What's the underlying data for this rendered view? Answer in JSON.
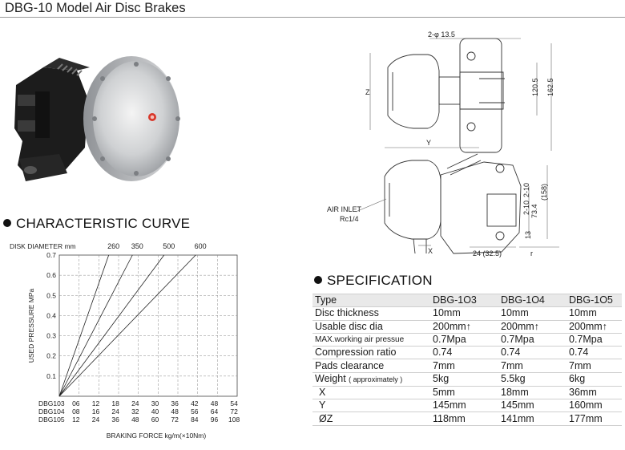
{
  "page": {
    "title": "DBG-10 Model Air Disc Brakes"
  },
  "drawing": {
    "hole_callout": "2-φ 13.5",
    "dim_120_5": "120.5",
    "dim_162_5": "162.5",
    "dim_Z": "Z",
    "dim_Y": "Y",
    "dim_X": "X",
    "dim_r": "r",
    "dim_158": "(158)",
    "dim_73_4": "73.4",
    "dim_2_10": "2-10",
    "dim_2_10b": "2-10",
    "dim_13": "13",
    "dim_24": "24 (32.5)",
    "air_inlet": "AIR INLET",
    "air_inlet_thread": "Rc1/4"
  },
  "curve_section": {
    "heading": "CHARACTERISTIC CURVE"
  },
  "chart_data": {
    "type": "line",
    "xlabel": "BRAKING FORCE kg/m(×10Nm)",
    "ylabel": "USED PRESSURE MPa",
    "top_axis_label": "DISK DIAMETER mm",
    "ylim": [
      0,
      0.7
    ],
    "y_ticks": [
      "0.1",
      "0.2",
      "0.3",
      "0.4",
      "0.5",
      "0.6",
      "0.7"
    ],
    "x_rows": [
      {
        "name": "DBG103",
        "ticks": [
          "06",
          "12",
          "18",
          "24",
          "30",
          "36",
          "42",
          "48",
          "54"
        ]
      },
      {
        "name": "DBG104",
        "ticks": [
          "08",
          "16",
          "24",
          "32",
          "40",
          "48",
          "56",
          "64",
          "72"
        ]
      },
      {
        "name": "DBG105",
        "ticks": [
          "12",
          "24",
          "36",
          "48",
          "60",
          "72",
          "84",
          "96",
          "108"
        ]
      }
    ],
    "series": [
      {
        "name": "260",
        "x": [
          0,
          2.5
        ],
        "y": [
          0,
          0.7
        ]
      },
      {
        "name": "350",
        "x": [
          0,
          3.7
        ],
        "y": [
          0,
          0.7
        ]
      },
      {
        "name": "500",
        "x": [
          0,
          5.3
        ],
        "y": [
          0,
          0.7
        ]
      },
      {
        "name": "600",
        "x": [
          0,
          6.9
        ],
        "y": [
          0,
          0.7
        ]
      }
    ],
    "grid": true
  },
  "spec_section": {
    "heading": "SPECIFICATION",
    "header": {
      "label": "Type",
      "cols": [
        "DBG-1O3",
        "DBG-1O4",
        "DBG-1O5"
      ]
    },
    "rows": [
      {
        "label": "Disc thickness",
        "cols": [
          "10mm",
          "10mm",
          "10mm"
        ]
      },
      {
        "label": "Usable disc dia",
        "cols": [
          "200mm↑",
          "200mm↑",
          "200mm↑"
        ]
      },
      {
        "label": "MAX.working air pressue",
        "cols": [
          "0.7Mpa",
          "0.7Mpa",
          "0.7Mpa"
        ]
      },
      {
        "label": "Compression ratio",
        "cols": [
          "0.74",
          "0.74",
          "0.74"
        ]
      },
      {
        "label": "Pads clearance",
        "cols": [
          "7mm",
          "7mm",
          "7mm"
        ]
      },
      {
        "label": "Weight",
        "note": "( approximately )",
        "cols": [
          "5kg",
          "5.5kg",
          "6kg"
        ]
      },
      {
        "label": "X",
        "cols": [
          "5mm",
          "18mm",
          "36mm"
        ]
      },
      {
        "label": "Y",
        "cols": [
          "145mm",
          "145mm",
          "160mm"
        ]
      },
      {
        "label": "ØZ",
        "cols": [
          "118mm",
          "141mm",
          "177mm"
        ]
      }
    ]
  }
}
